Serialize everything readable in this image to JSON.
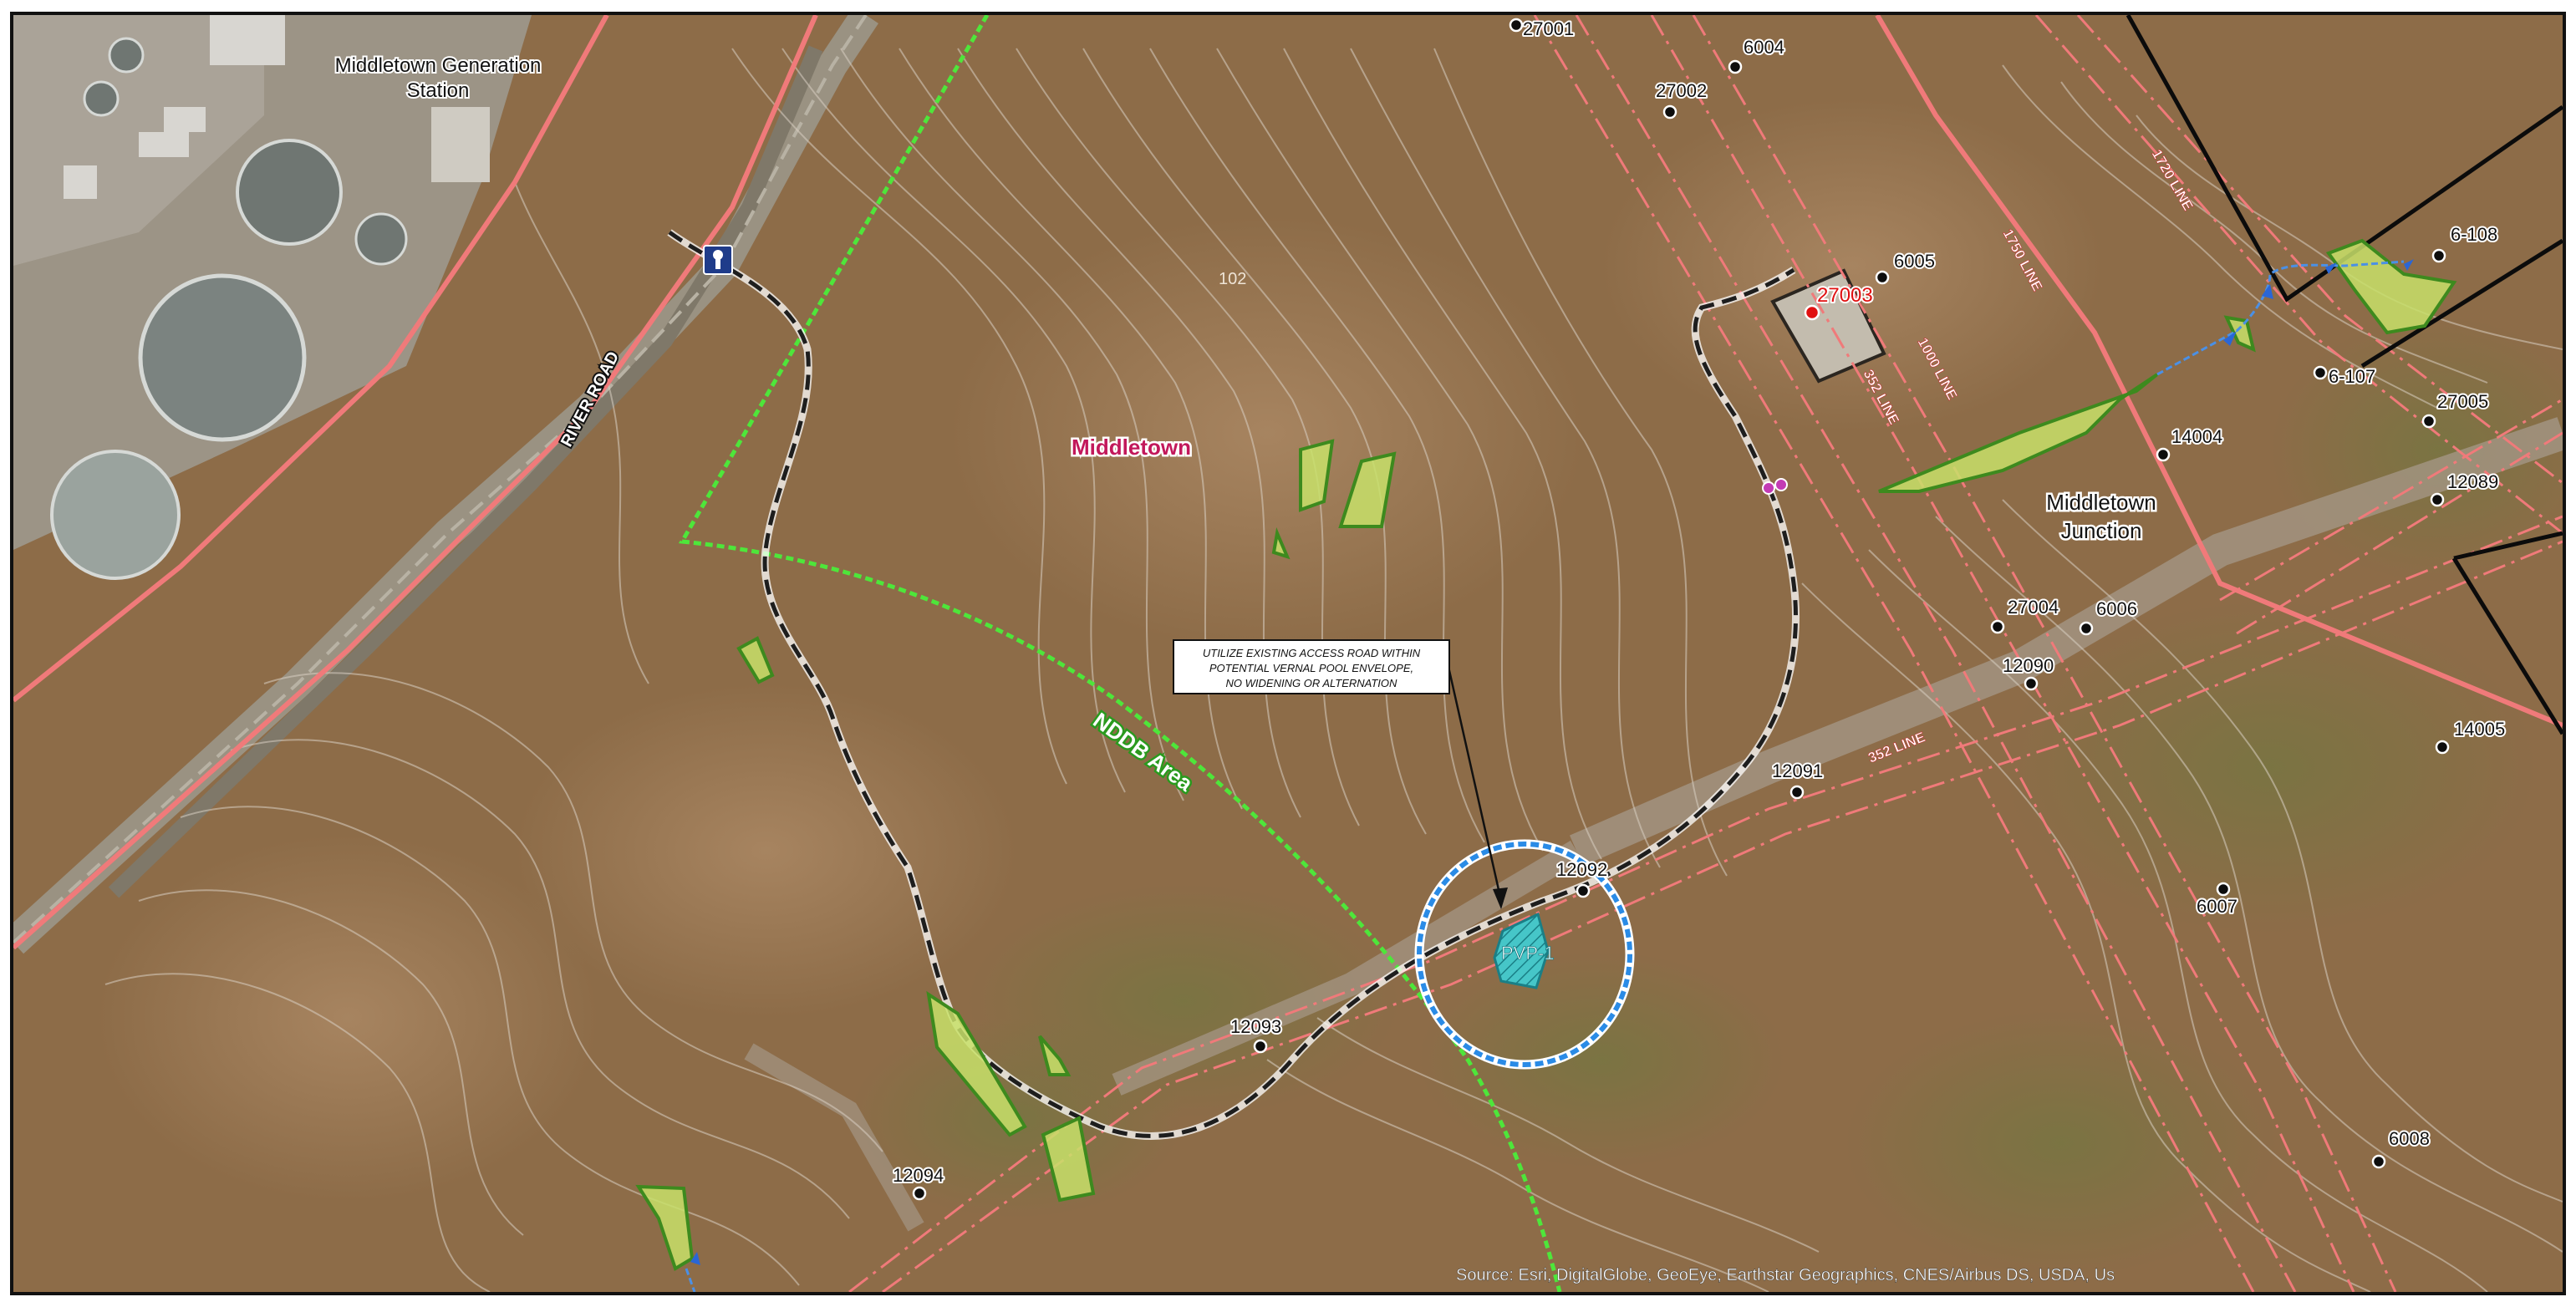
{
  "map": {
    "place_labels": {
      "generation_station": [
        "Middletown Generation",
        "Station"
      ],
      "town": "Middletown",
      "junction": [
        "Middletown",
        "Junction"
      ],
      "river_road": "RIVER ROAD",
      "nddb": "NDDB Area",
      "pvp": "PVP-1",
      "elevation": "102"
    },
    "callout": {
      "lines": [
        "UTILIZE EXISTING ACCESS ROAD WITHIN",
        "POTENTIAL VERNAL POOL ENVELOPE,",
        "NO WIDENING OR ALTERNATION"
      ]
    },
    "structures": [
      "27001",
      "6004",
      "27002",
      "6005",
      "27003",
      "6-108",
      "6-107",
      "27005",
      "14004",
      "12089",
      "27004",
      "6006",
      "12090",
      "14005",
      "12091",
      "12092",
      "6007",
      "12093",
      "12094",
      "6008"
    ],
    "line_labels": [
      "1720 LINE",
      "1750 LINE",
      "1000 LINE",
      "352 LINE",
      "352 LINE"
    ],
    "source": "Source: Esri, DigitalGlobe, GeoEye, Earthstar Geographics, CNES/Airbus DS, USDA, Us",
    "access_icon": "parking-sign-icon",
    "colors": {
      "transmission_line": "#f07a7a",
      "access_road": "#1e1e1e",
      "nddb_boundary": "#4ee63a",
      "vernal_pool_envelope": "#2a8be6",
      "wetland_fill": "#c8e06a",
      "wetland_stroke": "#3d8a1e",
      "pvp_fill": "#46c6c8",
      "highlight_structure": "#e01010"
    }
  }
}
